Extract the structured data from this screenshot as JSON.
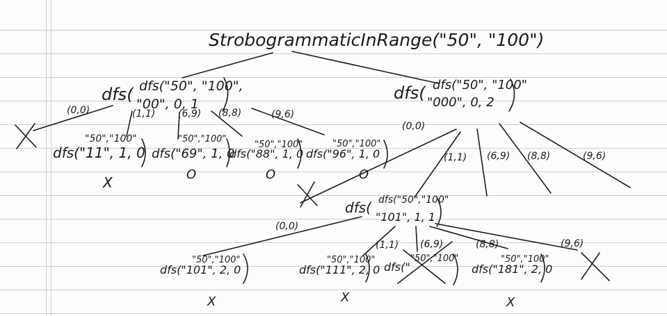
{
  "title": "StrobogrammaticInRange(\"50\", \"100\")",
  "nodes": {
    "root": {
      "text": "StrobogrammaticInRange(\"50\", \"100\")"
    },
    "left_call": {
      "line1": "dfs(\"50\", \"100\",",
      "line2": "\"00\", 0, 1"
    },
    "right_call": {
      "line1": "dfs(\"50\", \"100\"",
      "line2": "\"000\", 0, 2"
    },
    "l_child_1": {
      "line1": "\"50\",\"100\"",
      "line2": "dfs(\"11\", 1, 0",
      "result": "X"
    },
    "l_child_2": {
      "line1": "\"50\",\"100\"",
      "line2": "dfs(\"69\", 1, 0",
      "result": "O"
    },
    "l_child_3": {
      "line1": "\"50\",\"100\"",
      "line2": "dfs(\"88\", 1, 0",
      "result": "O"
    },
    "l_child_4": {
      "line1": "\"50\",\"100\"",
      "line2": "dfs(\"96\", 1, 0",
      "result": "O"
    },
    "mid_call": {
      "line1": "dfs(\"50\",\"100\"",
      "line2": "\"101\", 1, 1"
    },
    "b_child_1": {
      "line1": "\"50\",\"100\"",
      "line2": "dfs(\"101\", 2, 0",
      "result": "X"
    },
    "b_child_2": {
      "line1": "\"50\",\"100\"",
      "line2": "dfs(\"111\", 2, 0",
      "result": "X"
    },
    "b_child_3": {
      "line1": "\"50\",\"100\"",
      "line2": "dfs(\"",
      "result": ""
    },
    "b_child_4": {
      "line1": "\"50\",\"100\"",
      "line2": "dfs(\"181\", 2, 0",
      "result": "X"
    }
  },
  "edge_labels": {
    "left_00": "(0,0)",
    "left_11": "(1,1)",
    "left_69": "(6,9)",
    "left_88": "(8,8)",
    "left_96": "(9,6)",
    "right_00": "(0,0)",
    "right_11": "(1,1)",
    "right_69": "(6,9)",
    "right_88": "(8,8)",
    "right_96": "(9,6)",
    "mid_00": "(0,0)",
    "mid_11": "(1,1)",
    "mid_69": "(6,9)",
    "mid_88": "(8,8)",
    "mid_96": "(9,6)"
  }
}
